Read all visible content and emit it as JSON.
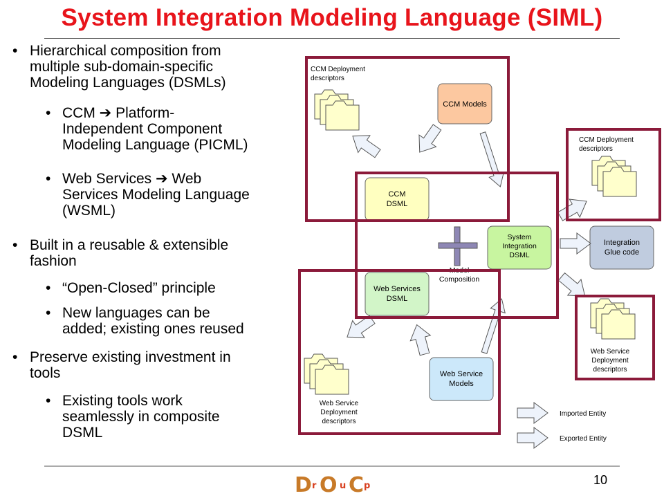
{
  "slide": {
    "title": "System Integration Modeling Language (SIML)",
    "page_number": "10",
    "bullets": [
      {
        "level": 1,
        "text": "Hierarchical composition from multiple sub-domain-specific Modeling Languages (DSMLs)"
      },
      {
        "level": 2,
        "text": "CCM ➔ Platform-Independent Component Modeling Language (PICML)"
      },
      {
        "level": 2,
        "text": "Web Services ➔ Web Services Modeling Language (WSML)"
      },
      {
        "level": 1,
        "text": "Built in a reusable & extensible fashion"
      },
      {
        "level": 2,
        "text": "“Open-Closed” principle"
      },
      {
        "level": 2,
        "text": "New languages can be added; existing ones reused"
      },
      {
        "level": 1,
        "text": "Preserve existing investment in tools"
      },
      {
        "level": 2,
        "text": "Existing tools work seamlessly in composite DSML"
      }
    ],
    "bullet_lines": [
      [
        "Hierarchical composition from",
        "multiple sub-domain-specific",
        "Modeling Languages (DSMLs)"
      ],
      [
        "CCM ➔ Platform-",
        "Independent Component",
        "Modeling Language (PICML)"
      ],
      [
        "Web Services ➔ Web",
        "Services Modeling Language",
        "(WSML)"
      ],
      [
        "Built in a reusable & extensible",
        "fashion"
      ],
      [
        "“Open-Closed” principle"
      ],
      [
        "New languages can be",
        "added; existing ones reused"
      ],
      [
        "Preserve existing investment in",
        "tools"
      ],
      [
        "Existing tools work",
        "seamlessly in composite",
        "DSML"
      ]
    ]
  },
  "diagram": {
    "ccm_deployment_left": [
      "CCM Deployment",
      "descriptors"
    ],
    "ccm_models": "CCM Models",
    "ccm_dsml": [
      "CCM",
      "DSML"
    ],
    "model_composition": [
      "Model",
      "Composition"
    ],
    "system_integration_dsml": [
      "System",
      "Integration",
      "DSML"
    ],
    "ccm_deployment_right": [
      "CCM Deployment",
      "descriptors"
    ],
    "integration_glue_code": [
      "Integration",
      "Glue code"
    ],
    "web_services_dsml": [
      "Web Services",
      "DSML"
    ],
    "web_service_models": [
      "Web Service",
      "Models"
    ],
    "ws_deployment_left": [
      "Web Service",
      "Deployment",
      "descriptors"
    ],
    "ws_deployment_right": [
      "Web Service",
      "Deployment",
      "descriptors"
    ],
    "legend_imported": "Imported Entity",
    "legend_exported": "Exported Entity"
  },
  "logo": {
    "letters": [
      "D",
      "r",
      "O",
      "u",
      "C",
      "p"
    ]
  },
  "colors": {
    "title": "#e8141b",
    "frame": "#8b1a3a",
    "ccm_models_fill": "#fcc8a0",
    "ccm_dsml_fill": "#ffffc0",
    "sid_fill": "#c8f5a0",
    "glue_fill": "#c0ccdf",
    "ws_dsml_fill": "#d2f5c8",
    "ws_models_fill": "#cce8fa",
    "folder_fill": "#ffffcc",
    "arrow_fill": "#eef3fb",
    "cross_fill": "#8e87b5"
  }
}
